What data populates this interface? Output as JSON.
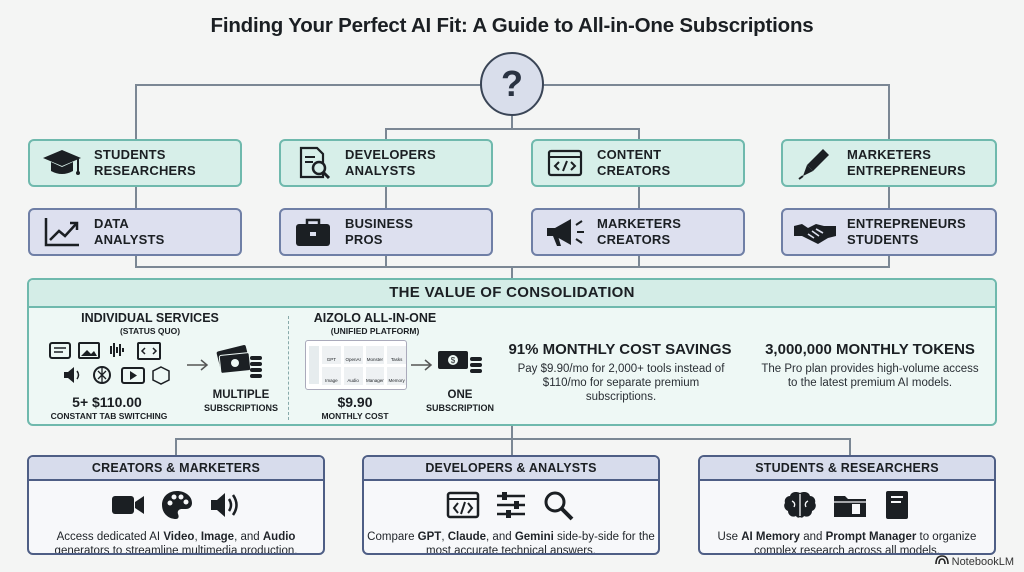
{
  "title": "Finding Your Perfect AI Fit: A Guide to All-in-One Subscriptions",
  "question_mark": "?",
  "segments_top": [
    {
      "line1": "STUDENTS",
      "line2": "RESEARCHERS",
      "icon": "graduation-cap-icon"
    },
    {
      "line1": "DEVELOPERS",
      "line2": "ANALYSTS",
      "icon": "document-search-icon"
    },
    {
      "line1": "CONTENT",
      "line2": "CREATORS",
      "icon": "code-window-icon"
    },
    {
      "line1": "MARKETERS",
      "line2": "ENTREPRENEURS",
      "icon": "fountain-pen-icon"
    }
  ],
  "segments_bottom": [
    {
      "line1": "DATA",
      "line2": "ANALYSTS",
      "icon": "line-chart-icon"
    },
    {
      "line1": "BUSINESS",
      "line2": "PROS",
      "icon": "briefcase-icon"
    },
    {
      "line1": "MARKETERS",
      "line2": "CREATORS",
      "icon": "megaphone-icon"
    },
    {
      "line1": "ENTREPRENEURS",
      "line2": "STUDENTS",
      "icon": "handshake-icon"
    }
  ],
  "consolidation": {
    "heading": "THE VALUE OF CONSOLIDATION",
    "individual": {
      "title": "INDIVIDUAL SERVICES",
      "subtitle": "(STATUS QUO)",
      "price": "5+ $110.00",
      "caption": "CONSTANT TAB SWITCHING",
      "result_line1": "MULTIPLE",
      "result_line2": "SUBSCRIPTIONS"
    },
    "aizolo": {
      "title": "AIZOLO ALL-IN-ONE",
      "subtitle": "(UNIFIED PLATFORM)",
      "price": "$9.90",
      "caption": "MONTHLY COST",
      "result_line1": "ONE",
      "result_line2": "SUBSCRIPTION",
      "tiles": [
        "GPT",
        "OpenAI",
        "Monster",
        "Tasks",
        "Image",
        "Audio",
        "Manager",
        "Memory"
      ]
    },
    "savings": {
      "headline": "91% MONTHLY COST SAVINGS",
      "text": "Pay $9.90/mo for 2,000+ tools instead of $110/mo for separate premium subscriptions."
    },
    "tokens": {
      "headline": "3,000,000 MONTHLY TOKENS",
      "text": "The Pro plan provides high-volume access to the latest premium AI models."
    }
  },
  "bottom_cards": [
    {
      "heading": "CREATORS & MARKETERS",
      "pre": "Access dedicated AI ",
      "b1": "Video",
      "mid1": ", ",
      "b2": "Image",
      "mid2": ", and ",
      "b3": "Audio",
      "post": " generators to streamline multimedia production."
    },
    {
      "heading": "DEVELOPERS & ANALYSTS",
      "pre": "Compare ",
      "b1": "GPT",
      "mid1": ", ",
      "b2": "Claude",
      "mid2": ", and ",
      "b3": "Gemini",
      "post": " side-by-side for the most accurate technical answers."
    },
    {
      "heading": "STUDENTS & RESEARCHERS",
      "pre": "Use ",
      "b1": "AI Memory",
      "mid1": " and ",
      "b2": "Prompt Manager",
      "mid2": " to organize complex research across all models.",
      "b3": "",
      "post": ""
    }
  ],
  "footer": "NotebookLM",
  "colors": {
    "teal_border": "#6fb9ad",
    "teal_fill": "#d7efe9",
    "blue_border": "#6f7fa6",
    "blue_fill": "#dde0ef"
  }
}
